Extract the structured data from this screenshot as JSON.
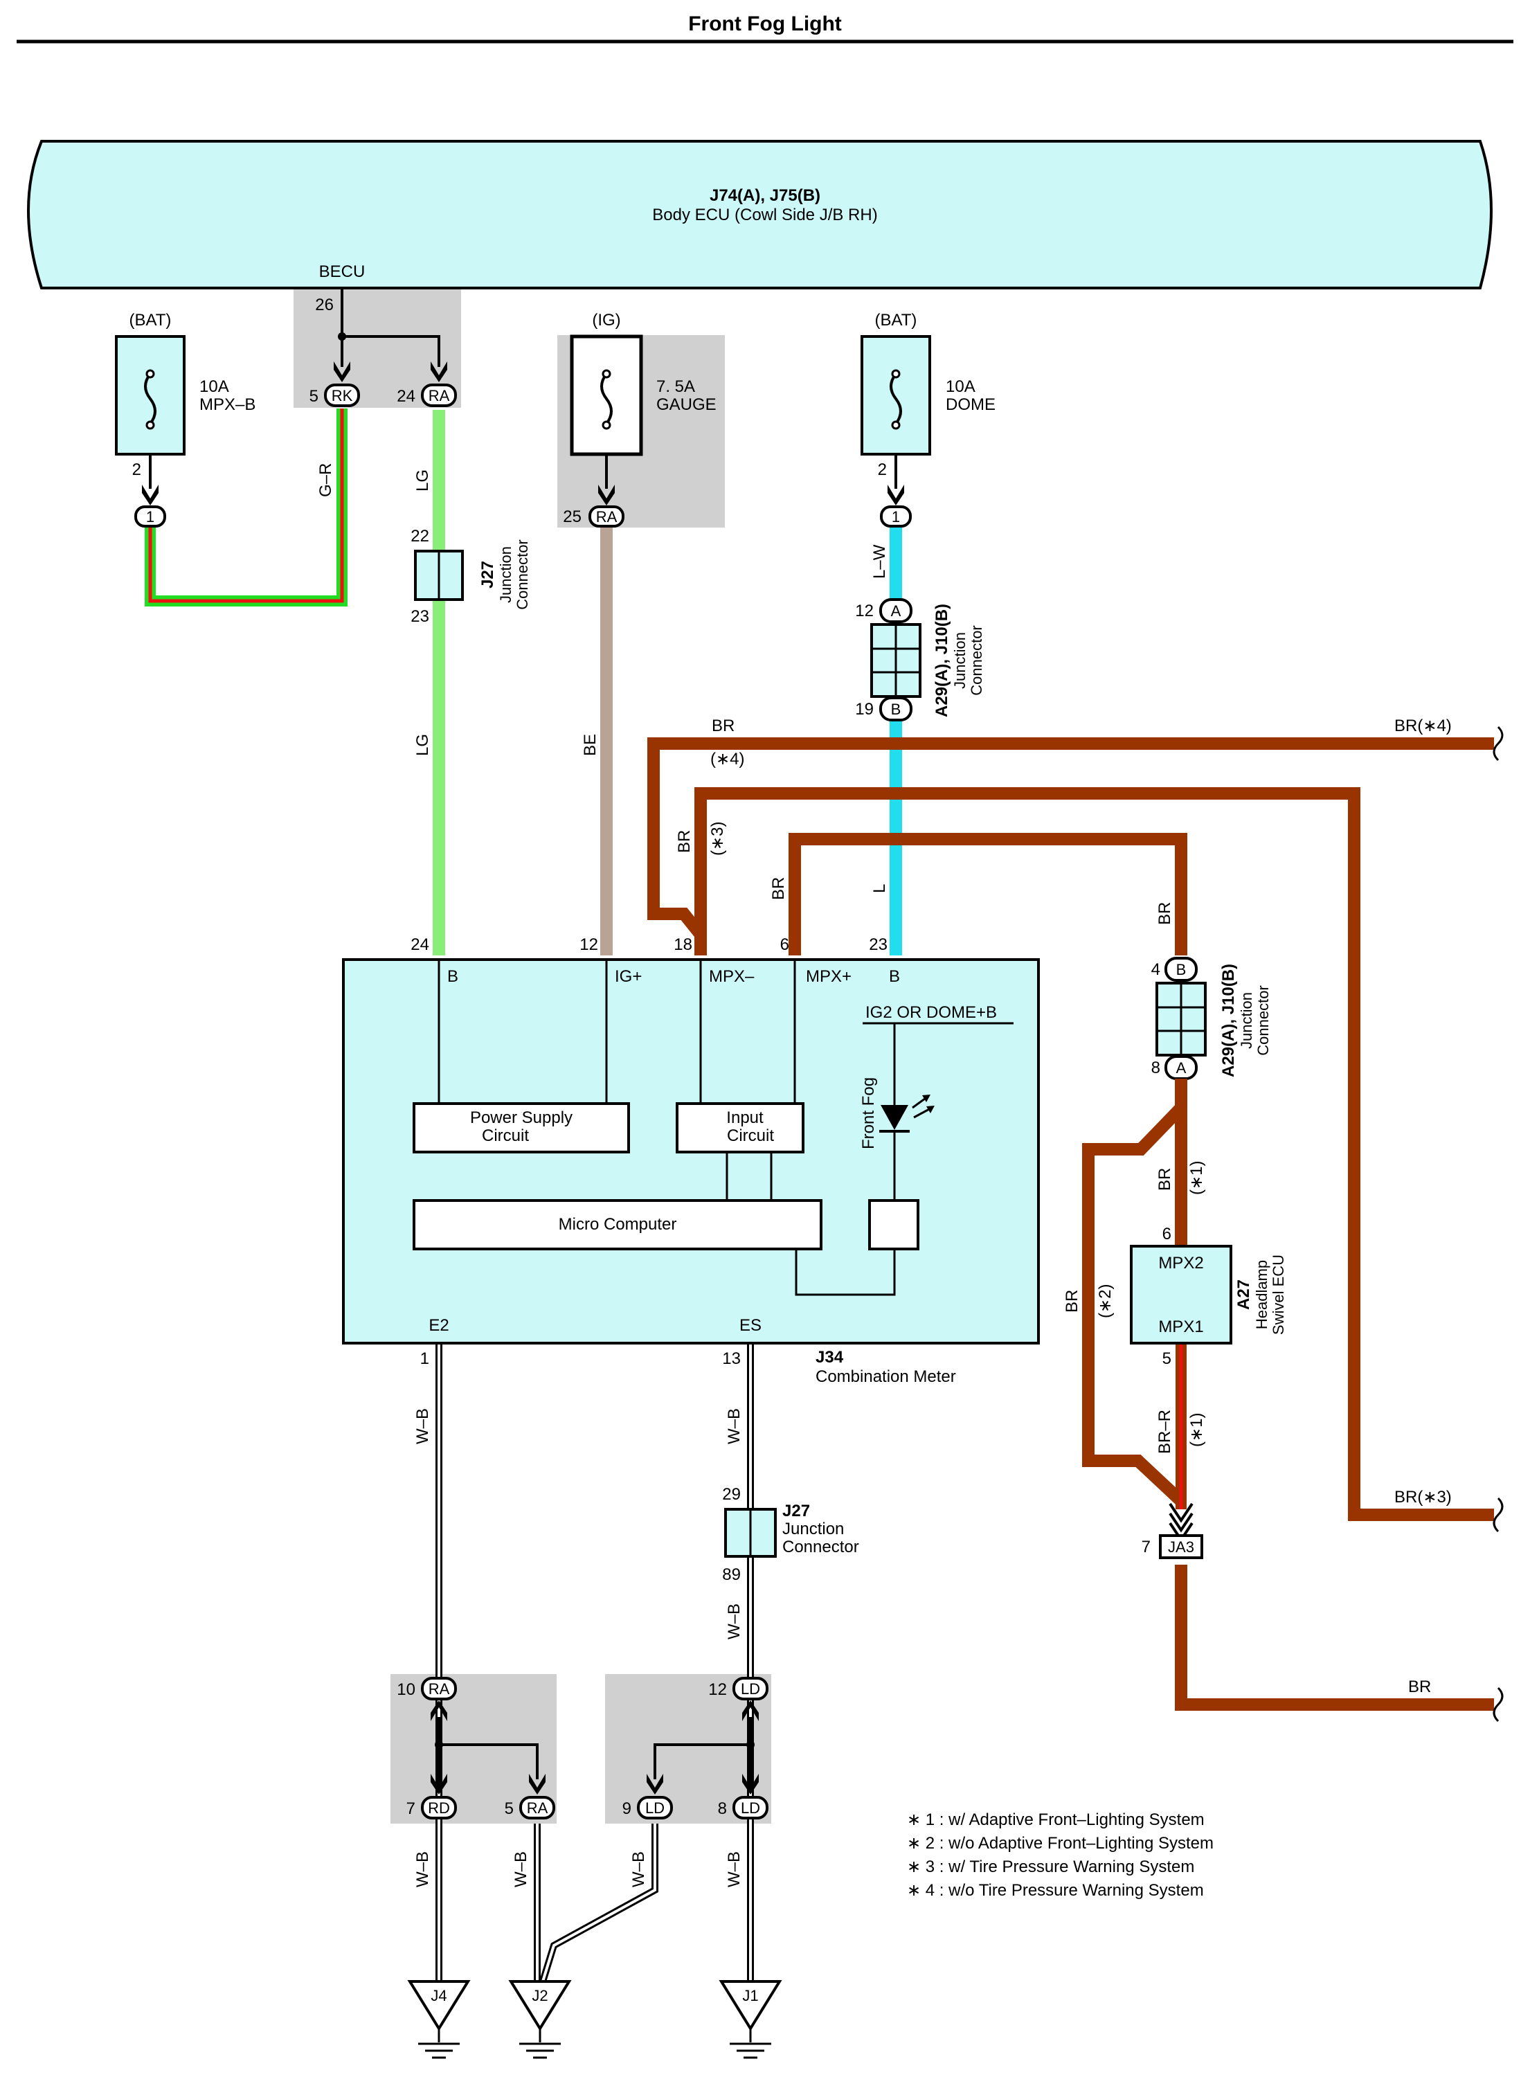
{
  "title": "Front Fog Light",
  "body_ecu": {
    "connector_id": "J74(A), J75(B)",
    "name": "Body ECU (Cowl Side J/B RH)",
    "becu_label": "BECU",
    "pin_26": "26",
    "pin_5": "5",
    "pin_5_conn": "RK",
    "pin_24": "24",
    "pin_24_conn": "RA"
  },
  "fuses": [
    {
      "supply": "(BAT)",
      "rating": "10A",
      "name": "MPX–B",
      "pin": "2",
      "conn": "1"
    },
    {
      "supply": "(IG)",
      "rating": "7. 5A",
      "name": "GAUGE",
      "pin": "25",
      "conn": "RA"
    },
    {
      "supply": "(BAT)",
      "rating": "10A",
      "name": "DOME",
      "pin": "2",
      "conn": "1"
    }
  ],
  "wires": {
    "g_r": "G–R",
    "lg1": "LG",
    "lg2": "LG",
    "be": "BE",
    "l_w": "L–W",
    "l": "L",
    "br_top": "BR",
    "br_top_note": "(∗4)",
    "br_right_top": "BR(∗4)",
    "br_mid": "BR",
    "br_mid_note": "(∗3)",
    "br_inner": "BR",
    "br_right_vert": "BR",
    "br_a27": "BR",
    "br_a27_note": "(∗1)",
    "br_left_loop": "BR",
    "br_left_loop_note": "(∗2)",
    "br_r": "BR–R",
    "br_r_note": "(∗1)",
    "br_right_mid": "BR(∗3)",
    "br_right_bot": "BR",
    "wb1": "W–B",
    "wb2": "W–B",
    "wb3": "W–B",
    "wb4": "W–B",
    "wb5": "W–B",
    "wb6": "W–B",
    "wb7": "W–B"
  },
  "j27_top": {
    "id": "J27",
    "name1": "Junction",
    "name2": "Connector",
    "pin_in": "22",
    "pin_out": "23"
  },
  "j27_bot": {
    "id": "J27",
    "name1": "Junction",
    "name2": "Connector",
    "pin_in": "29",
    "pin_out": "89"
  },
  "a29_top": {
    "id": "A29(A), J10(B)",
    "name1": "Junction",
    "name2": "Connector",
    "pin_a": "12",
    "conn_a": "A",
    "pin_b": "19",
    "conn_b": "B"
  },
  "a29_right": {
    "id": "A29(A), J10(B)",
    "name1": "Junction",
    "name2": "Connector",
    "pin_b": "4",
    "conn_b": "B",
    "pin_a": "8",
    "conn_a": "A"
  },
  "meter": {
    "id": "J34",
    "name": "Combination Meter",
    "pins_top": [
      {
        "pin": "24",
        "label": "B"
      },
      {
        "pin": "12",
        "label": "IG+"
      },
      {
        "pin": "18",
        "label": "MPX–"
      },
      {
        "pin": "6",
        "label": "MPX+"
      },
      {
        "pin": "23",
        "label": "B"
      }
    ],
    "ig2_label": "IG2 OR DOME+B",
    "power_supply_1": "Power Supply",
    "power_supply_2": "Circuit",
    "input_1": "Input",
    "input_2": "Circuit",
    "micro": "Micro Computer",
    "front_fog": "Front Fog",
    "e2_label": "E2",
    "e2_pin": "1",
    "es_label": "ES",
    "es_pin": "13"
  },
  "a27": {
    "id": "A27",
    "name1": "Headlamp",
    "name2": "Swivel ECU",
    "mpx2": "MPX2",
    "mpx1": "MPX1",
    "pin_6": "6",
    "pin_5": "5"
  },
  "ja3": {
    "pin": "7",
    "id": "JA3"
  },
  "ground_left": {
    "pin_in": "10",
    "conn_in": "RA",
    "pin_out1": "7",
    "conn_out1": "RD",
    "pin_out2": "5",
    "conn_out2": "RA"
  },
  "ground_right": {
    "pin_in": "12",
    "conn_in": "LD",
    "pin_out1": "9",
    "conn_out1": "LD",
    "pin_out2": "8",
    "conn_out2": "LD"
  },
  "grounds": [
    "J4",
    "J2",
    "J1"
  ],
  "notes": [
    "∗ 1 : w/ Adaptive Front–Lighting System",
    "∗ 2 : w/o Adaptive Front–Lighting System",
    "∗ 3 : w/ Tire Pressure Warning System",
    "∗ 4 : w/o Tire Pressure Warning System"
  ],
  "colors": {
    "br": "#993300",
    "lg": "#88ee77",
    "be": "#b8a394",
    "l": "#22ddee",
    "g": "#22dd22",
    "r": "#ee1111",
    "module_fill": "#cdf8f8",
    "shade": "#d0d0d0"
  }
}
